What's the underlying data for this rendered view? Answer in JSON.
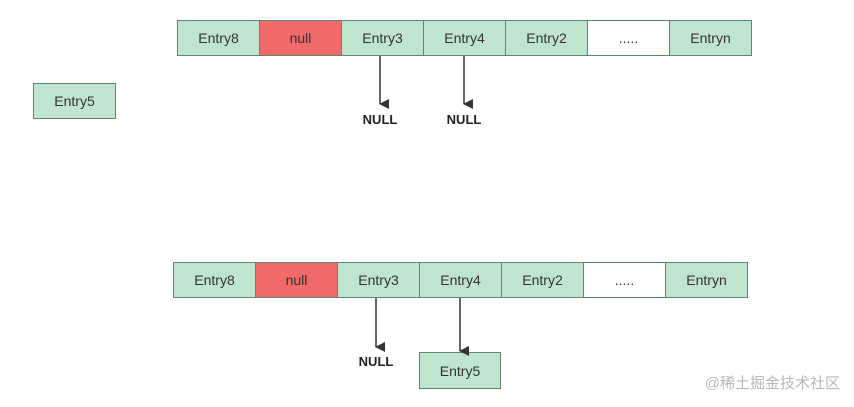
{
  "colors": {
    "entry_fill": "#bfe5cf",
    "null_fill": "#f06a6a",
    "empty_fill": "#ffffff",
    "border": "#5a8a6e",
    "arrow": "#333333"
  },
  "top": {
    "cells": [
      {
        "label": "Entry8",
        "kind": "entry"
      },
      {
        "label": "null",
        "kind": "null"
      },
      {
        "label": "Entry3",
        "kind": "entry"
      },
      {
        "label": "Entry4",
        "kind": "entry"
      },
      {
        "label": "Entry2",
        "kind": "entry"
      },
      {
        "label": ".....",
        "kind": "empty"
      },
      {
        "label": "Entryn",
        "kind": "entry"
      }
    ],
    "loose_entry": "Entry5",
    "null_labels": [
      "NULL",
      "NULL"
    ]
  },
  "bottom": {
    "cells": [
      {
        "label": "Entry8",
        "kind": "entry"
      },
      {
        "label": "null",
        "kind": "null"
      },
      {
        "label": "Entry3",
        "kind": "entry"
      },
      {
        "label": "Entry4",
        "kind": "entry"
      },
      {
        "label": "Entry2",
        "kind": "entry"
      },
      {
        "label": ".....",
        "kind": "empty"
      },
      {
        "label": "Entryn",
        "kind": "entry"
      }
    ],
    "null_label": "NULL",
    "chained_entry": "Entry5"
  },
  "watermark": "@稀土掘金技术社区"
}
